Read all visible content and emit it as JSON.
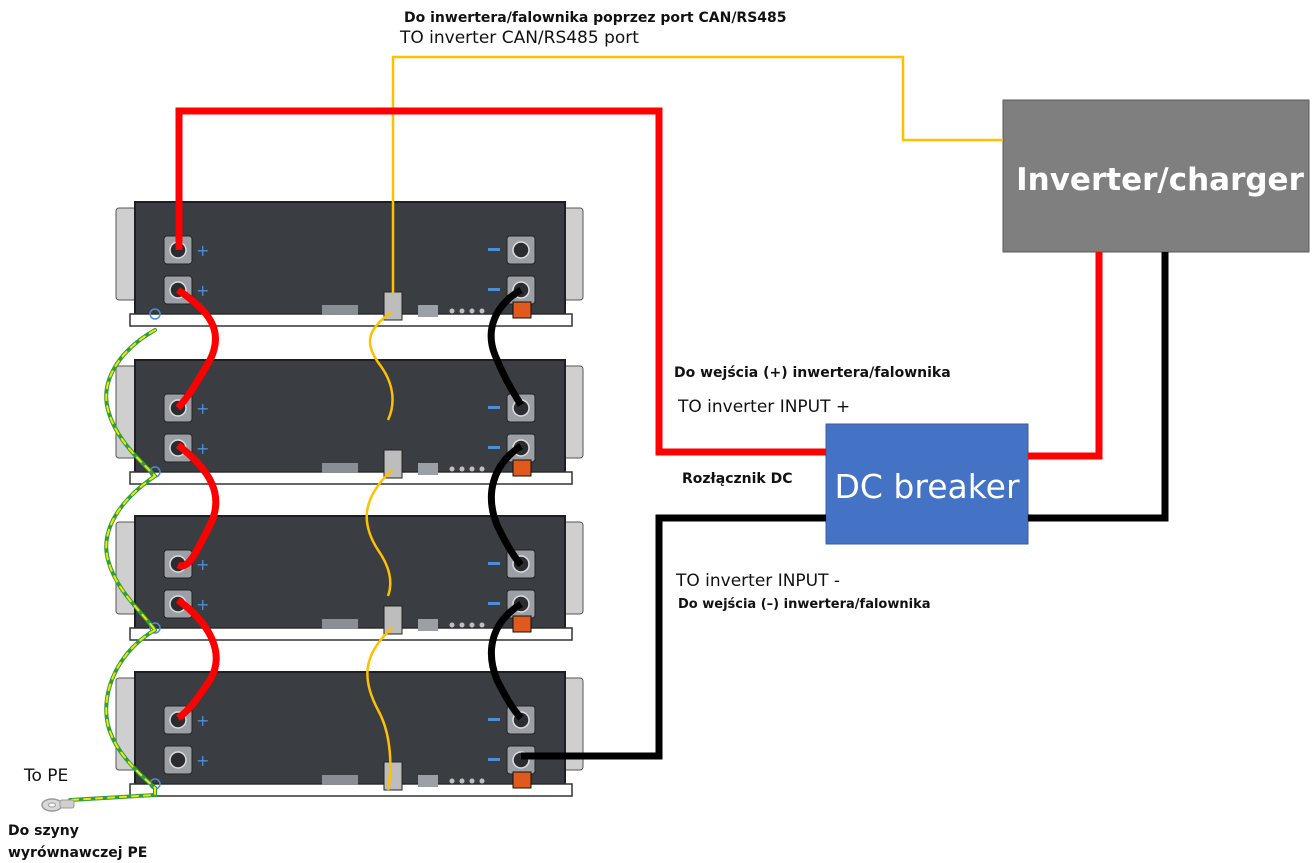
{
  "labels": {
    "can_pl": "Do inwertera/falownika poprzez port CAN/RS485",
    "can_en": "TO inverter CAN/RS485 port",
    "input_plus_pl": "Do wejścia (+) inwertera/falownika",
    "input_plus_en": "TO inverter INPUT +",
    "breaker_pl": "Rozłącznik DC",
    "input_minus_en": "TO inverter INPUT -",
    "input_minus_pl": "Do wejścia (–) inwertera/falownika",
    "pe_en": "To PE",
    "pe_pl_1": "Do szyny",
    "pe_pl_2": "wyrównawczej PE"
  },
  "boxes": {
    "inverter": "Inverter/charger",
    "breaker": "DC breaker"
  },
  "colors": {
    "positive_wire": "#ff0000",
    "negative_wire": "#000000",
    "comm_wire": "#ffc000",
    "ground_wire_a": "#f2e600",
    "ground_wire_b": "#2f9e3e",
    "inverter_fill": "#7f7f7f",
    "breaker_fill": "#4472c4",
    "battery_fill": "#3a3d42"
  },
  "battery_modules": 4
}
